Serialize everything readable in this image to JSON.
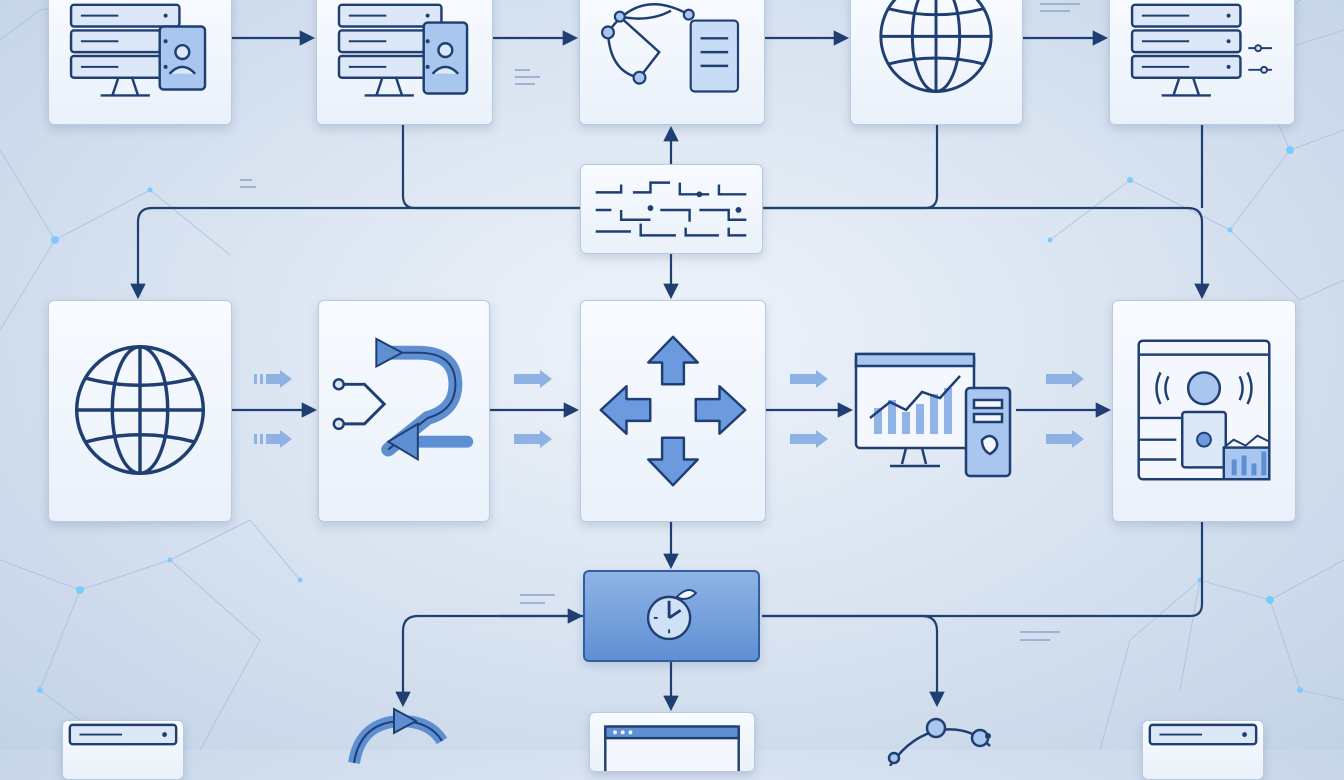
{
  "diagram": {
    "colors": {
      "line": "#1f3f73",
      "icon_stroke": "#1f3f73",
      "icon_fill": "#a9c6ef",
      "icon_fill_dark": "#5f8fd3",
      "glow": "#6ec3ff",
      "mesh": "#9fb8d8",
      "faint_arrow": "#8fb2e4"
    },
    "nodes": [
      {
        "id": "top-1",
        "icon": "server-user-icon"
      },
      {
        "id": "top-2",
        "icon": "server-user-icon"
      },
      {
        "id": "top-3",
        "icon": "network-document-icon"
      },
      {
        "id": "top-4",
        "icon": "globe-icon"
      },
      {
        "id": "top-5",
        "icon": "server-monitor-icon"
      },
      {
        "id": "switch",
        "icon": "circuit-switch-icon"
      },
      {
        "id": "mid-1",
        "icon": "globe-icon"
      },
      {
        "id": "mid-2",
        "icon": "route-arrows-icon"
      },
      {
        "id": "mid-3",
        "icon": "four-direction-arrows-icon"
      },
      {
        "id": "mid-4",
        "icon": "analytics-workstation-icon"
      },
      {
        "id": "mid-5",
        "icon": "security-dashboard-icon"
      },
      {
        "id": "hub",
        "icon": "clock-gauge-icon"
      },
      {
        "id": "bottom-1",
        "icon": "server-icon"
      },
      {
        "id": "bottom-2",
        "icon": "refresh-icon"
      },
      {
        "id": "bottom-3",
        "icon": "browser-window-icon"
      },
      {
        "id": "bottom-4",
        "icon": "network-nodes-icon"
      },
      {
        "id": "bottom-5",
        "icon": "server-icon"
      }
    ]
  }
}
